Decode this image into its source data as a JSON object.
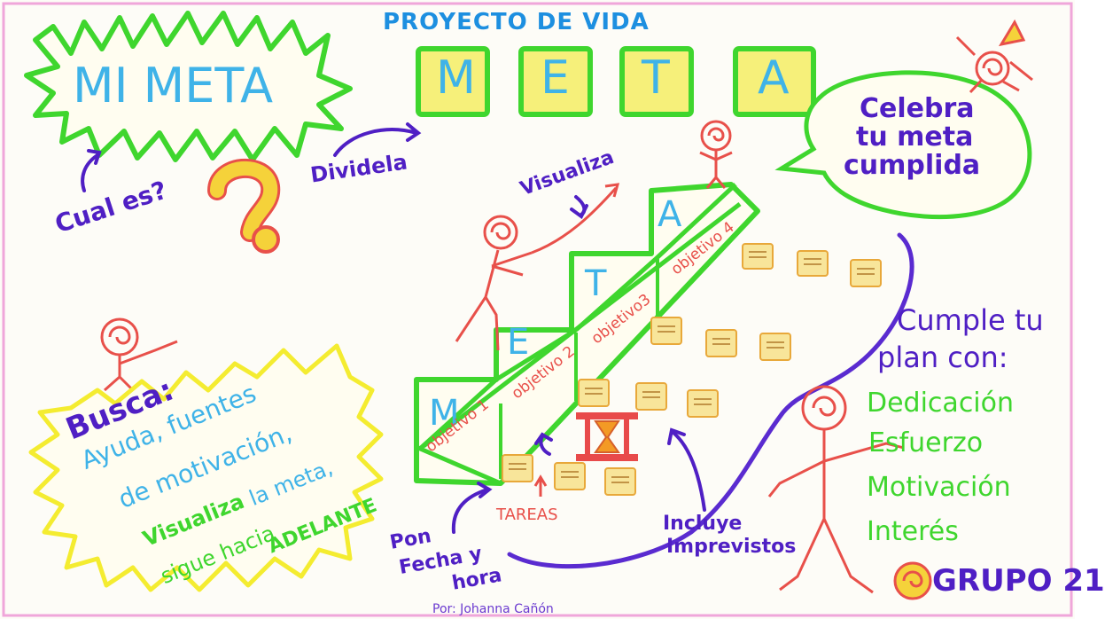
{
  "title": "PROYECTO DE VIDA",
  "mi_meta": "MI META",
  "meta_letters": [
    "M",
    "E",
    "T",
    "A"
  ],
  "cual_es": "Cual es?",
  "dividela": "Dividela",
  "visualiza": "Visualiza",
  "celebra": [
    "Celebra",
    "tu meta",
    "cumplida"
  ],
  "stair_letters": [
    "M",
    "E",
    "T",
    "A"
  ],
  "objectives": [
    "objetivo 1",
    "objetivo 2",
    "objetivo3",
    "objetivo 4"
  ],
  "busca": {
    "heading": "Busca:",
    "line1": "Ayuda, fuentes",
    "line2": "de motivación,",
    "line3a": "Visualiza",
    "line3b": "la meta,",
    "line4": "sigue hacia",
    "line5": "ADELANTE"
  },
  "cumple": {
    "heading1": "Cumple tu",
    "heading2": "plan con:",
    "items": [
      "Dedicación",
      "Esfuerzo",
      "Motivación",
      "Interés"
    ]
  },
  "tareas": "TAREAS",
  "pon": [
    "Pon",
    "Fecha y",
    "hora"
  ],
  "incluye": [
    "Incluye",
    "Imprevistos"
  ],
  "grupo": "GRUPO 21",
  "author": "Por: Johanna Cañón",
  "colors": {
    "green": "#3fd62e",
    "blue_text": "#3fb3e8",
    "purple": "#4f1fc4",
    "red": "#e8504a",
    "yellow": "#f4ec5c",
    "pink": "#f48ad0"
  }
}
